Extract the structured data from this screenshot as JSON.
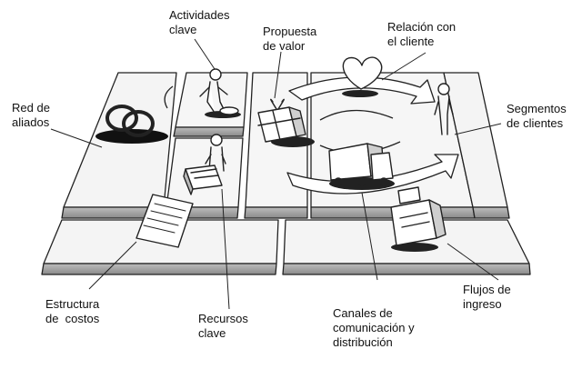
{
  "labels": {
    "actividades": [
      "Actividades",
      "clave"
    ],
    "propuesta": [
      "Propuesta",
      "de valor"
    ],
    "relacion": [
      "Relación con",
      "el cliente"
    ],
    "red": [
      "Red de",
      "aliados"
    ],
    "segmentos": [
      "Segmentos",
      "de clientes"
    ],
    "estructura": [
      "Estructura",
      "de  costos"
    ],
    "recursos": [
      "Recursos",
      "clave"
    ],
    "canales": [
      "Canales de",
      "comunicación y",
      "distribución"
    ],
    "flujos": [
      "Flujos de",
      "ingreso"
    ]
  }
}
